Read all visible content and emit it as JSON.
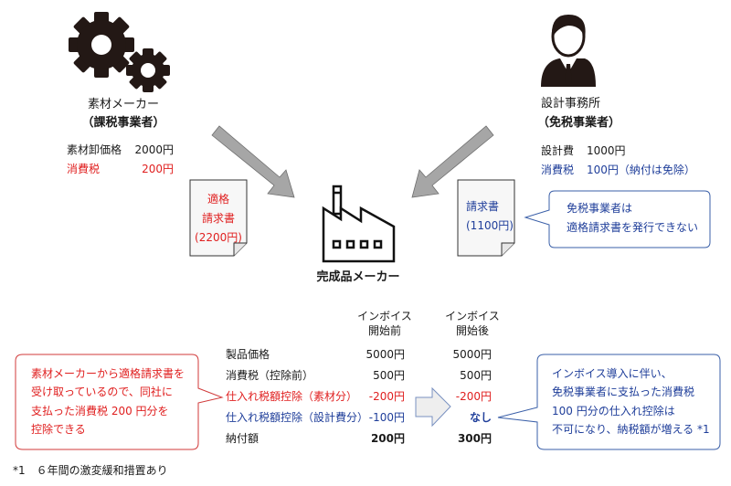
{
  "supplier_material": {
    "name": "素材メーカー",
    "status": "（課税事業者）",
    "price_label": "素材卸価格",
    "price_value": "2000円",
    "tax_label": "消費税",
    "tax_value": "200円",
    "invoice_lines": [
      "適格",
      "請求書",
      "(2200円)"
    ]
  },
  "supplier_design": {
    "name": "設計事務所",
    "status": "（免税事業者）",
    "price_label": "設計費",
    "price_value": "1000円",
    "tax_label": "消費税",
    "tax_value": "100円（納付は免除）",
    "invoice_lines": [
      "請求書",
      "(1100円)"
    ],
    "callout_lines": [
      "免税事業者は",
      "適格請求書を発行できない"
    ]
  },
  "manufacturer": {
    "name": "完成品メーカー"
  },
  "table": {
    "col_before": [
      "インボイス",
      "開始前"
    ],
    "col_after": [
      "インボイス",
      "開始後"
    ],
    "rows": [
      {
        "label": "製品価格",
        "before": "5000円",
        "after": "5000円",
        "color": "#1a1a1a"
      },
      {
        "label": "消費税（控除前）",
        "before": "500円",
        "after": "500円",
        "color": "#1a1a1a"
      },
      {
        "label": "仕入れ税額控除（素材分）",
        "before": "-200円",
        "after": "-200円",
        "color": "#e02020"
      },
      {
        "label": "仕入れ税額控除（設計費分）",
        "before": "-100円",
        "after": "なし",
        "color": "#1f3e9a"
      },
      {
        "label": "納付額",
        "before": "200円",
        "after": "300円",
        "color": "#1a1a1a"
      }
    ]
  },
  "callout_left": [
    "素材メーカーから適格請求書を",
    "受け取っているので、同社に",
    "支払った消費税 200 円分を",
    "控除できる"
  ],
  "callout_right": [
    "インボイス導入に伴い、",
    "免税事業者に支払った消費税",
    "100 円分の仕入れ控除は",
    "不可になり、納税額が増える *1"
  ],
  "footnote": "*1　６年間の激変緩和措置あり",
  "colors": {
    "red": "#e02020",
    "blue": "#1f3e9a",
    "arrow": "#a6a6a6"
  }
}
